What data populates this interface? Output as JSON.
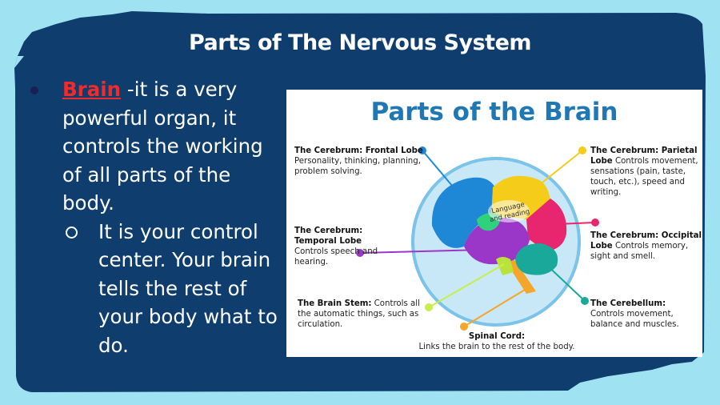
{
  "slide": {
    "title": "Parts of The Nervous System",
    "bullet1": {
      "keyword": "Brain",
      "text": " -it is a very powerful organ, it controls the working of all parts of the body."
    },
    "bullet2": {
      "text": "It is your control center. Your brain tells the rest of your body what to do."
    }
  },
  "figure": {
    "title": "Parts of the Brain",
    "center_label": "Language and reading",
    "labels": {
      "frontal": {
        "head": "The Cerebrum: Frontal Lobe",
        "body": "Personality, thinking, planning, problem solving."
      },
      "temporal": {
        "head": "The Cerebrum: Temporal Lobe",
        "body": "Controls speech and hearing."
      },
      "brainstem": {
        "head": "The Brain Stem:",
        "body": "Controls all the automatic things, such as circulation."
      },
      "spinal": {
        "head": "Spinal Cord:",
        "body": "Links the brain to the rest of the body."
      },
      "parietal": {
        "head": "The Cerebrum: Parietal Lobe",
        "body": "Controls movement, sensations (pain, taste, touch, etc.), speed and writing."
      },
      "occipital": {
        "head": "The Cerebrum: Occipital Lobe",
        "body": "Controls memory, sight and smell."
      },
      "cerebellum": {
        "head": "The Cerebellum:",
        "body": "Controls movement, balance and muscles."
      }
    }
  },
  "colors": {
    "background": "#9fe3f2",
    "panel": "#0e3d6e",
    "keyword": "#ef2b2b",
    "figure_title": "#1f78b4"
  }
}
